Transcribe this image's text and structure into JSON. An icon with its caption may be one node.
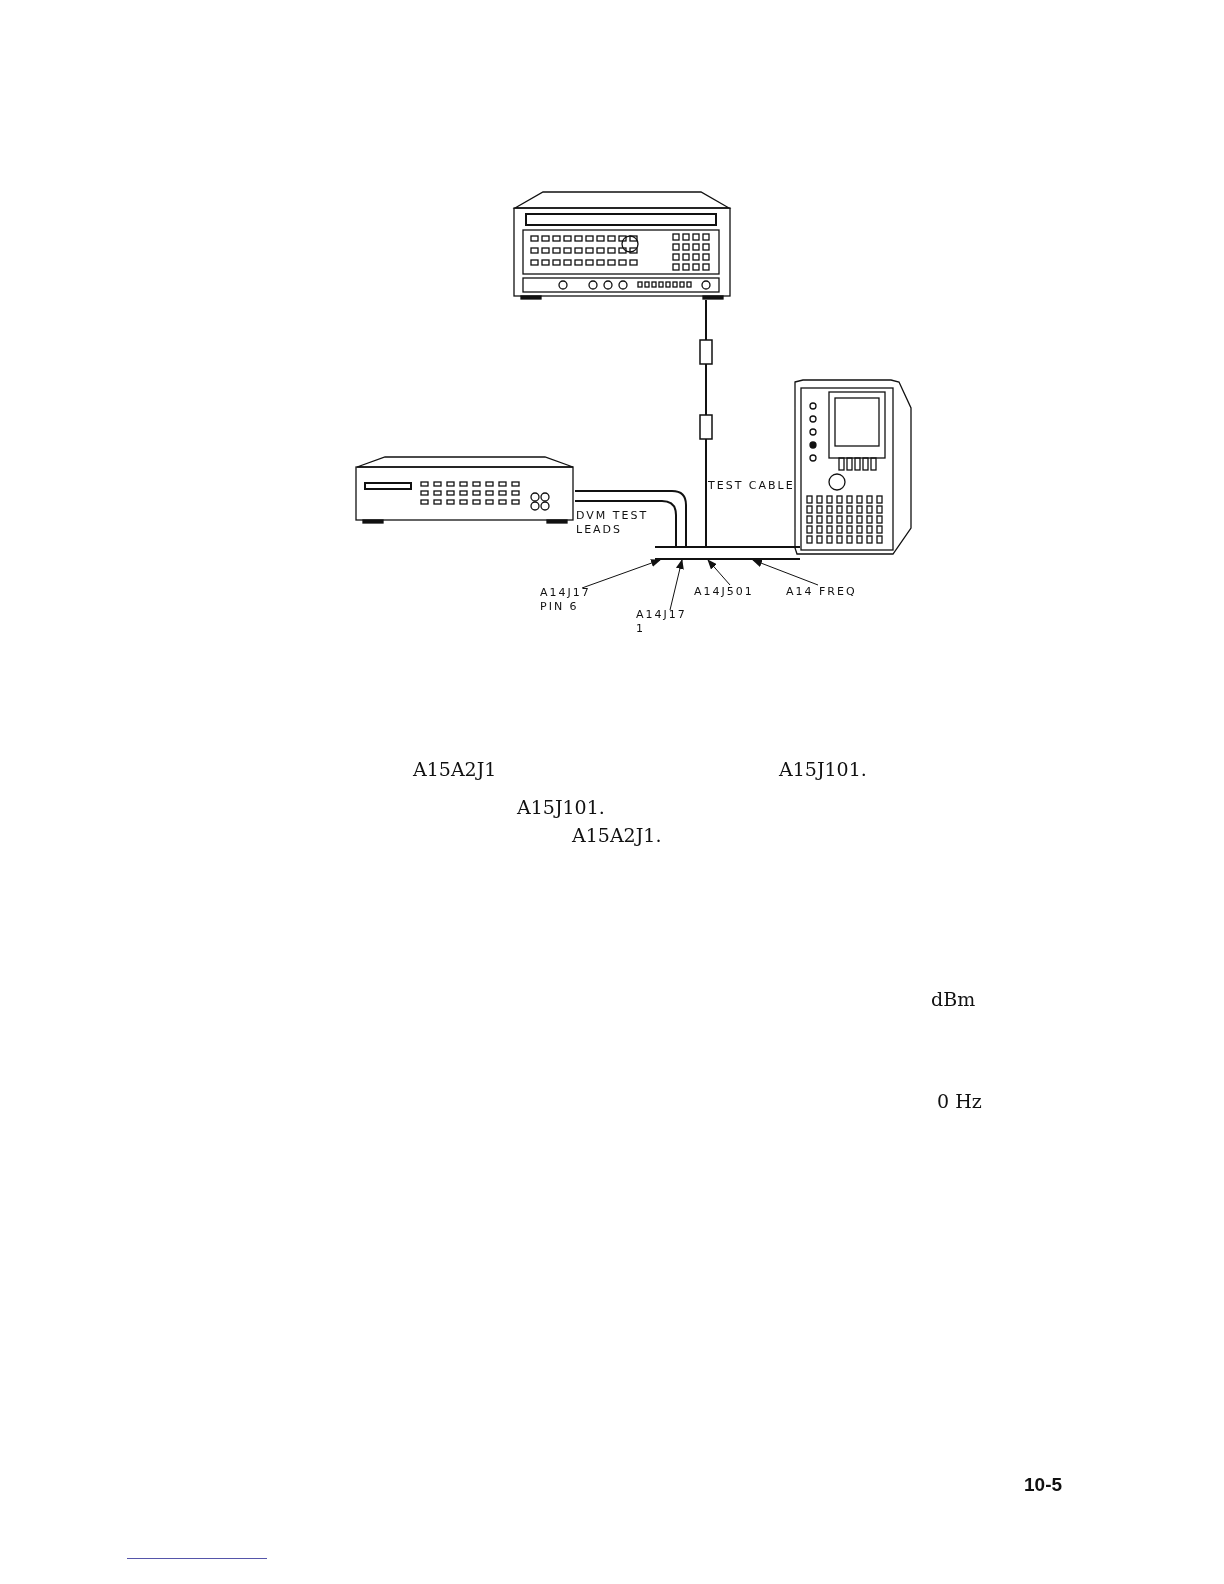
{
  "diagram": {
    "nodes": [
      {
        "text": [],
        "shape": "picture"
      },
      {
        "text": [],
        "shape": "picture"
      },
      {
        "text": [],
        "shape": "picture"
      },
      {
        "text": [],
        "shape": "bar"
      },
      {
        "text": [
          "A14J17 PIN 6"
        ]
      },
      {
        "text": [
          "A14J17 1"
        ]
      },
      {
        "text": [
          "A14J501"
        ]
      },
      {
        "text": [
          "A14 FREQ"
        ]
      }
    ],
    "edges": [
      {
        "from": 0,
        "to": 3,
        "arrow": "none"
      },
      {
        "from": 1,
        "to": 3,
        "arrow": "none"
      },
      {
        "from": 1,
        "to": 3,
        "arrow": "none"
      },
      {
        "from": 4,
        "to": 3,
        "arrow": "to"
      },
      {
        "from": 5,
        "to": 3,
        "arrow": "to"
      },
      {
        "from": 6,
        "to": 3,
        "arrow": "to"
      },
      {
        "from": 7,
        "to": 3,
        "arrow": "to"
      }
    ],
    "labels": [
      "TEST CABLE",
      "DVM TEST LEADS",
      "A15A2J1",
      "A15J101.",
      "A15J101.",
      "A15A2J1.",
      "dBm",
      "0 Hz",
      "10-5"
    ]
  }
}
